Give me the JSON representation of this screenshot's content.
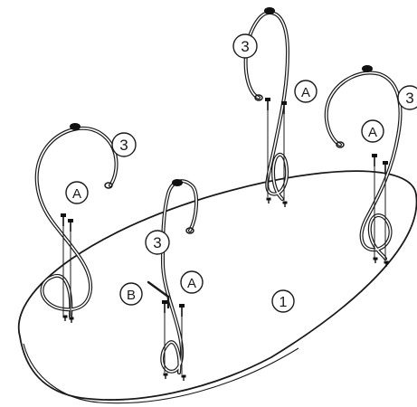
{
  "diagram": {
    "part_table_top": "1",
    "part_leg": "3",
    "part_screw_a": "A",
    "part_wrench_b": "B"
  }
}
